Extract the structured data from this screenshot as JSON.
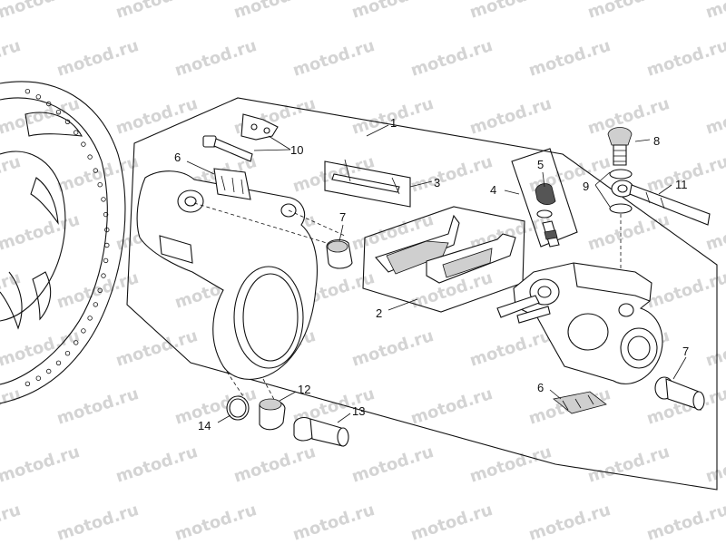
{
  "watermark": {
    "text": "motod.ru"
  },
  "callouts": {
    "c1": "1",
    "c2": "2",
    "c3": "3",
    "c4": "4",
    "c5": "5",
    "c6a": "6",
    "c6b": "6",
    "c7a": "7",
    "c7b": "7",
    "c8": "8",
    "c9": "9",
    "c10": "10",
    "c11": "11",
    "c12": "12",
    "c13": "13",
    "c14": "14"
  }
}
